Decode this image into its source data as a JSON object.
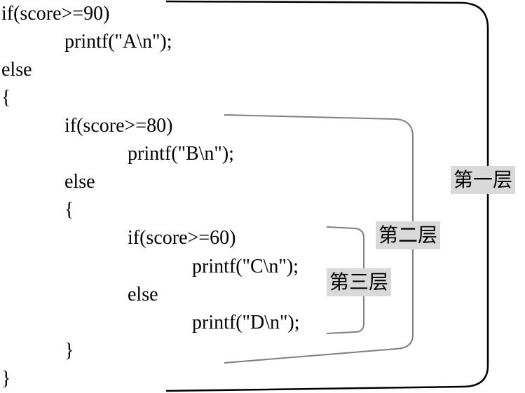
{
  "code_lines": [
    "if(score>=90)",
    "printf(\"A\\n\");",
    "else",
    "{",
    "if(score>=80)",
    "printf(\"B\\n\");",
    "else",
    "{",
    "if(score>=60)",
    "printf(\"C\\n\");",
    "else",
    "printf(\"D\\n\");",
    "}",
    "}"
  ],
  "labels": {
    "level1": "第一层",
    "level2": "第二层",
    "level3": "第三层"
  },
  "colors": {
    "outer_bracket": "#000000",
    "middle_bracket": "#7f7f7f",
    "inner_bracket": "#7f7f7f",
    "label_bg": "#d9d9d9"
  }
}
